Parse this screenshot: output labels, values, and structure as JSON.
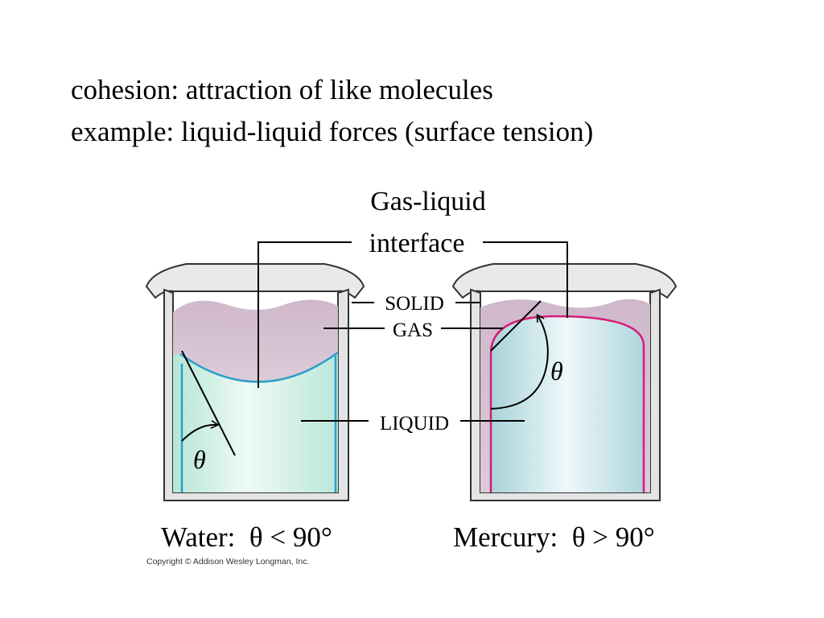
{
  "slide": {
    "title_line1": "cohesion: attraction of like molecules",
    "title_line2": "example: liquid-liquid forces (surface tension)"
  },
  "diagram": {
    "interface_label_line1": "Gas-liquid",
    "interface_label_line2": "interface",
    "solid_label": "SOLID",
    "gas_label": "GAS",
    "liquid_label": "LIQUID",
    "theta_symbol": "θ",
    "water_caption": "Water:  θ < 90°",
    "mercury_caption": "Mercury:  θ > 90°",
    "copyright": "Copyright © Addison Wesley Longman, Inc.",
    "colors": {
      "water_meniscus": "#2a9ec8",
      "mercury_meniscus": "#d81b7a",
      "gas": "#d4bfd0",
      "glass": "#ececec",
      "water_liquid": "#c4ebdf",
      "mercury_liquid": "#c2e1e6"
    }
  }
}
